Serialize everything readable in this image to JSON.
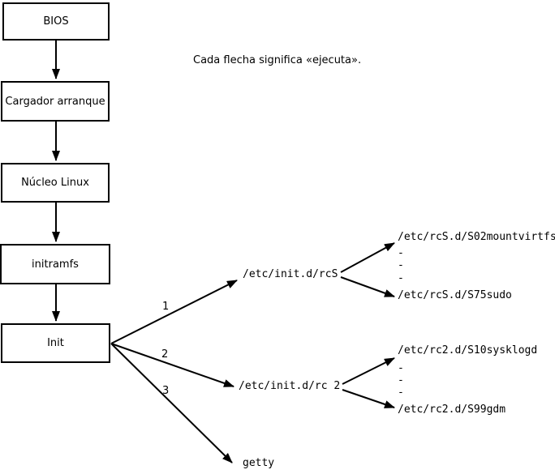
{
  "note": "Cada flecha significa «ejecuta».",
  "flow_boxes": [
    {
      "id": "bios",
      "label": "BIOS"
    },
    {
      "id": "bootloader",
      "label": "Cargador arranque"
    },
    {
      "id": "kernel",
      "label": "Núcleo Linux"
    },
    {
      "id": "initramfs",
      "label": "initramfs"
    },
    {
      "id": "init",
      "label": "Init"
    }
  ],
  "init_branches": [
    {
      "number": "1",
      "target": "/etc/init.d/rcS"
    },
    {
      "number": "2",
      "target": "/etc/init.d/rc 2"
    },
    {
      "number": "3",
      "target": "getty"
    }
  ],
  "rcS_scripts": {
    "first": "/etc/rcS.d/S02mountvirtfs",
    "last": "/etc/rcS.d/S75sudo"
  },
  "rc2_scripts": {
    "first": "/etc/rc2.d/S10sysklogd",
    "last": "/etc/rc2.d/S99gdm"
  },
  "dash": "-",
  "colors": {
    "ink": "#000000",
    "background": "#ffffff"
  }
}
